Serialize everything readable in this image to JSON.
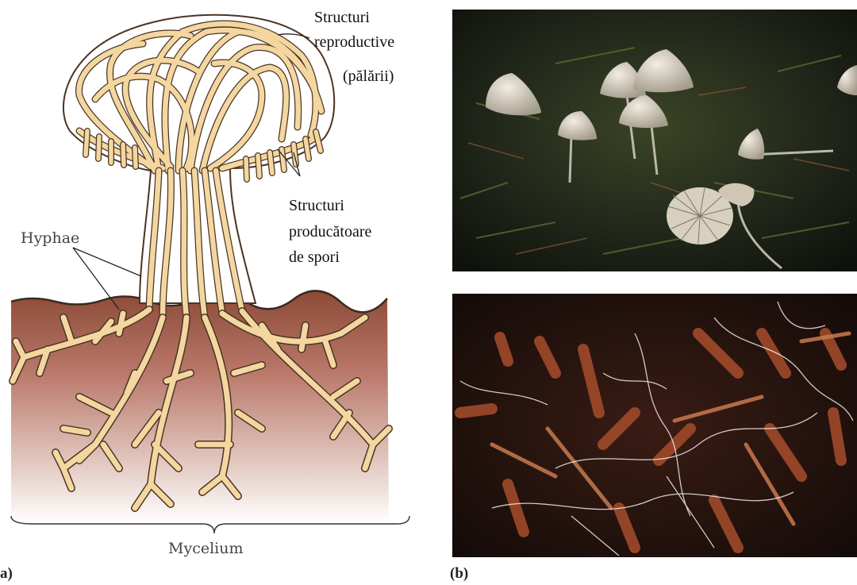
{
  "labels": {
    "reproductive_1": "Structuri",
    "reproductive_2": "reproductive",
    "reproductive_3": "(pălării)",
    "spore_1": "Structuri",
    "spore_2": "producătoare",
    "spore_3": "de spori",
    "hyphae": "Hyphae",
    "mycelium": "Mycelium",
    "panel_a": "a)",
    "panel_b": "(b)"
  },
  "colors": {
    "hypha_fill": "#f4d7a0",
    "hypha_outline": "#4a3524",
    "soil_top": "#8c4a36",
    "soil_bottom": "#f2e6e0",
    "photo_dark": "#1c2014"
  }
}
